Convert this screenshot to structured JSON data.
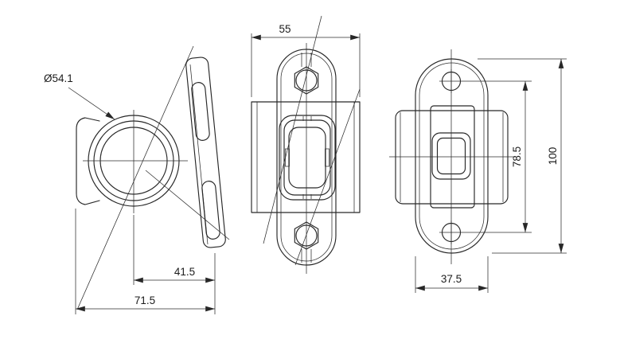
{
  "drawing": {
    "dimensions": {
      "lens_diameter": "Ø54.1",
      "center_offset": "41.5",
      "overall_depth": "71.5",
      "body_width_front": "55",
      "hole_spacing": "78.5",
      "overall_height": "100",
      "body_depth": "37.5"
    }
  }
}
